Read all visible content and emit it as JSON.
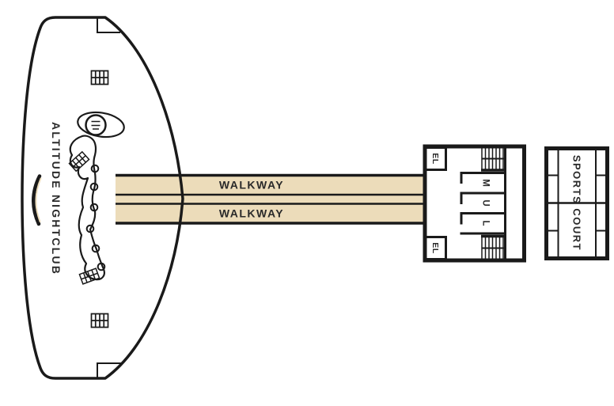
{
  "plan": {
    "nightclub_label": "ALTITUDE NIGHTCLUB",
    "walkway_top_label": "WALKWAY",
    "walkway_bottom_label": "WALKWAY",
    "elevator_top_label": "EL",
    "elevator_bottom_label": "EL",
    "rooms": {
      "m": "M",
      "u": "U",
      "l": "L"
    },
    "sports_court_label": "SPORTS COURT",
    "colors": {
      "deck_fill": "#ecdcba",
      "elevator_pink": "#f4a6d0",
      "line": "#1a1a1a",
      "text": "#2a2a2a"
    }
  }
}
